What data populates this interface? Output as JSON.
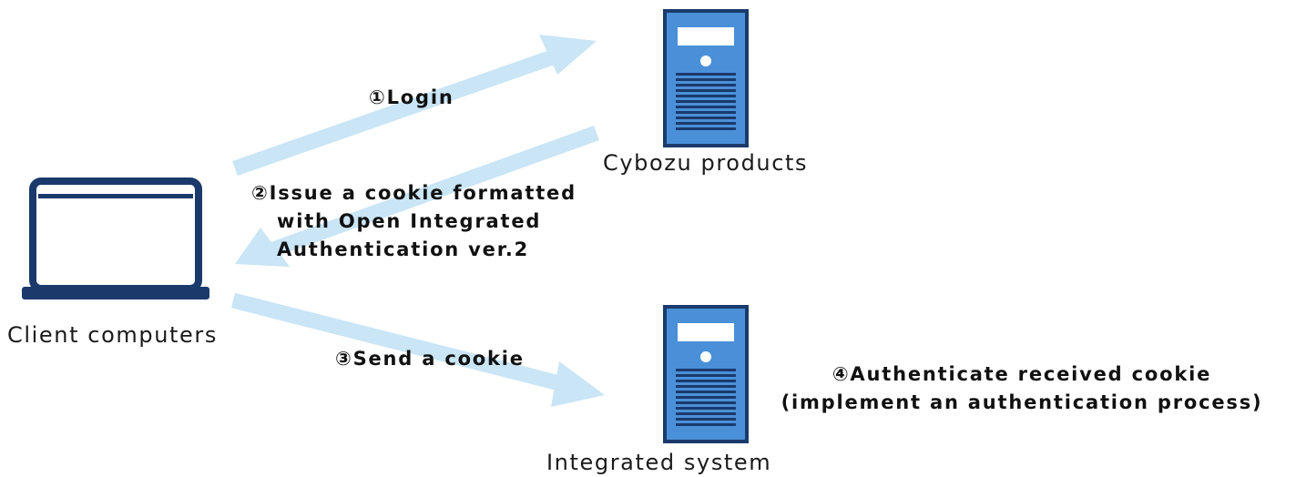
{
  "nodes": {
    "client": {
      "label": "Client computers",
      "icon": "laptop-icon"
    },
    "cybozu": {
      "label": "Cybozu products",
      "icon": "server-icon"
    },
    "integrated": {
      "label": "Integrated system",
      "icon": "server-icon"
    }
  },
  "steps": {
    "login": {
      "lines": [
        "①Login"
      ]
    },
    "issue_cookie": {
      "lines": [
        "②Issue a cookie formatted",
        "with Open Integrated",
        "Authentication ver.2"
      ]
    },
    "send_cookie": {
      "lines": [
        "③Send a cookie"
      ]
    },
    "authenticate": {
      "lines": [
        "④Authenticate received cookie",
        "(implement an authentication process)"
      ]
    }
  },
  "colors": {
    "arrow": "#c9e5f6",
    "icon_dark": "#1b3a6b",
    "server_fill": "#4a90d9",
    "white": "#ffffff"
  }
}
